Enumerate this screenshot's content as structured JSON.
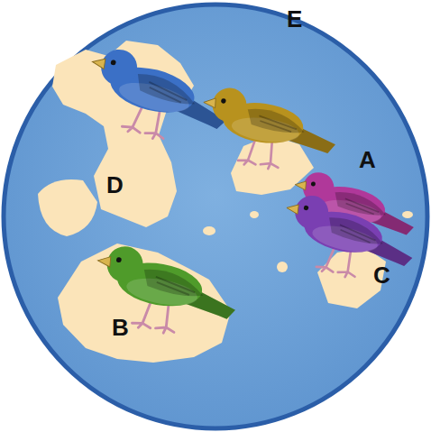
{
  "diagram": {
    "labels": [
      "E",
      "A",
      "D",
      "C",
      "B"
    ]
  }
}
